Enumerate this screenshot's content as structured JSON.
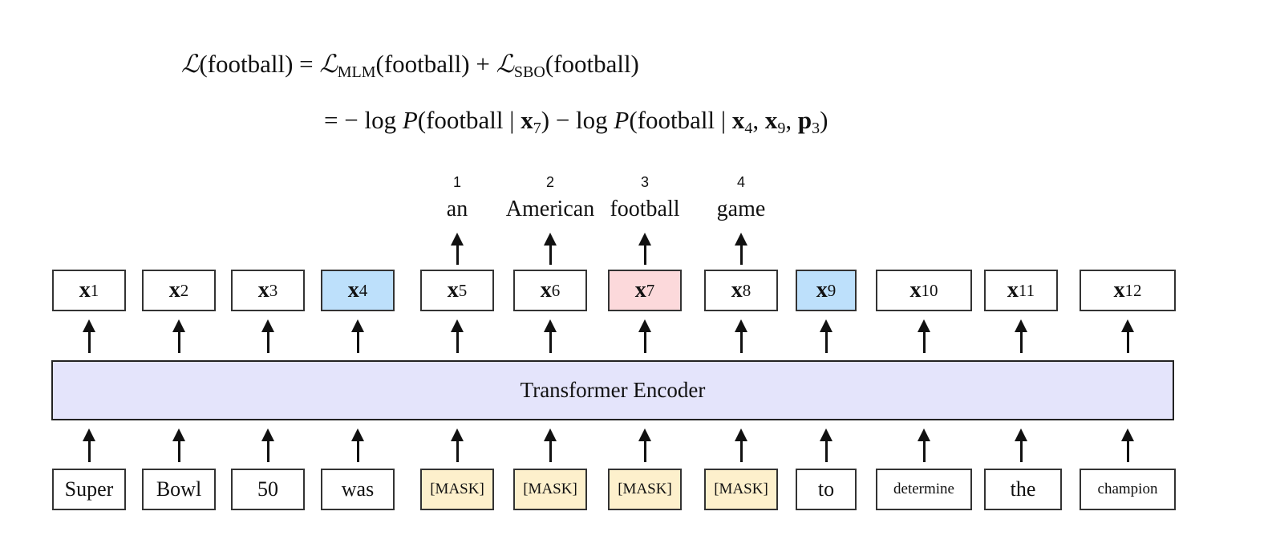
{
  "equation": {
    "line1": {
      "lhs": "ℒ",
      "lhs_arg": "(football)",
      "eq": " = ",
      "t1": "ℒ",
      "t1_sub": "MLM",
      "t1_arg": "(football)",
      "plus": " + ",
      "t2": "ℒ",
      "t2_sub": "SBO",
      "t2_arg": "(football)"
    },
    "line2": {
      "eq": "= − log ",
      "P1": "P",
      "arg1": "(football | ",
      "x7": "x",
      "x7_sub": "7",
      "close1": ")",
      "minus": " − log ",
      "P2": "P",
      "arg2": "(football | ",
      "x4": "x",
      "x4_sub": "4",
      "c1": ", ",
      "x9": "x",
      "x9_sub": "9",
      "c2": ", ",
      "p3": "p",
      "p3_sub": "3",
      "close2": ")"
    }
  },
  "encoder_label": "Transformer Encoder",
  "outputs": [
    {
      "vec": "x",
      "sub": "1",
      "highlight": "none"
    },
    {
      "vec": "x",
      "sub": "2",
      "highlight": "none"
    },
    {
      "vec": "x",
      "sub": "3",
      "highlight": "none"
    },
    {
      "vec": "x",
      "sub": "4",
      "highlight": "boundary"
    },
    {
      "vec": "x",
      "sub": "5",
      "highlight": "none"
    },
    {
      "vec": "x",
      "sub": "6",
      "highlight": "none"
    },
    {
      "vec": "x",
      "sub": "7",
      "highlight": "target"
    },
    {
      "vec": "x",
      "sub": "8",
      "highlight": "none"
    },
    {
      "vec": "x",
      "sub": "9",
      "highlight": "boundary"
    },
    {
      "vec": "x",
      "sub": "10",
      "highlight": "none"
    },
    {
      "vec": "x",
      "sub": "11",
      "highlight": "none"
    },
    {
      "vec": "x",
      "sub": "12",
      "highlight": "none"
    }
  ],
  "inputs": [
    {
      "text": "Super",
      "masked": false
    },
    {
      "text": "Bowl",
      "masked": false
    },
    {
      "text": "50",
      "masked": false
    },
    {
      "text": "was",
      "masked": false
    },
    {
      "text": "[MASK]",
      "masked": true
    },
    {
      "text": "[MASK]",
      "masked": true
    },
    {
      "text": "[MASK]",
      "masked": true
    },
    {
      "text": "[MASK]",
      "masked": true
    },
    {
      "text": "to",
      "masked": false
    },
    {
      "text": "determine",
      "masked": false
    },
    {
      "text": "the",
      "masked": false
    },
    {
      "text": "champion",
      "masked": false
    }
  ],
  "predictions": [
    {
      "column": 5,
      "position": "1",
      "word": "an"
    },
    {
      "column": 6,
      "position": "2",
      "word": "American"
    },
    {
      "column": 7,
      "position": "3",
      "word": "football"
    },
    {
      "column": 8,
      "position": "4",
      "word": "game"
    }
  ],
  "colors": {
    "boundary": "#bde0fb",
    "target": "#fcd9db",
    "mask": "#fdf0cc",
    "encoder": "#e4e4fb"
  }
}
